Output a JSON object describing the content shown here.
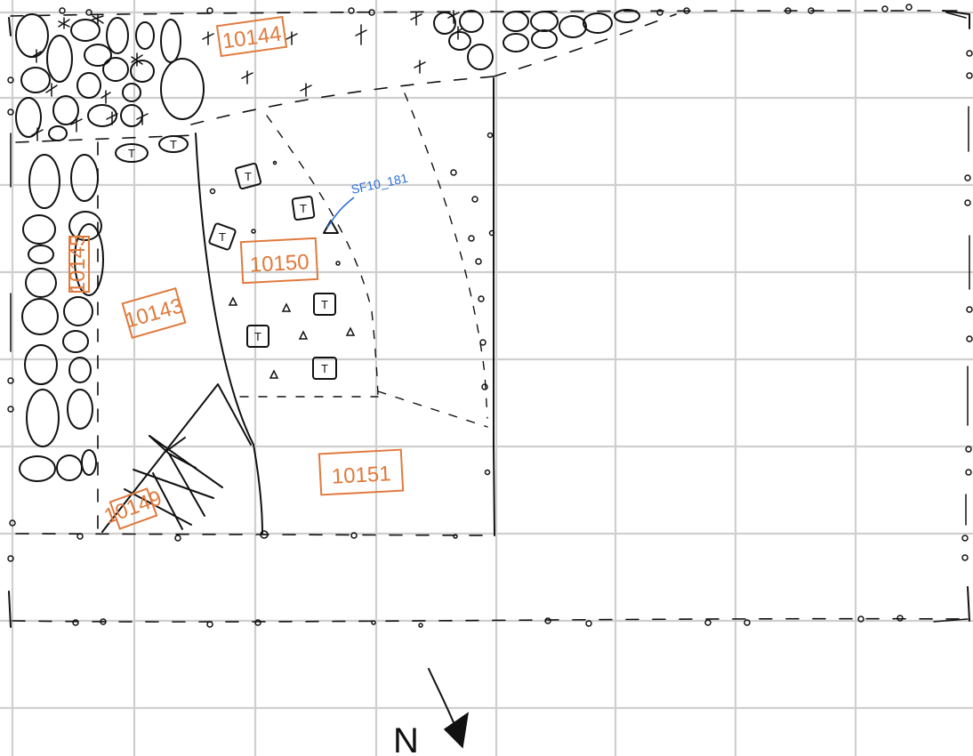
{
  "labels": {
    "context_10144": "10144",
    "context_10145": "10145",
    "context_10143": "10143",
    "context_10150": "10150",
    "context_10151": "10151",
    "context_10149": "10149",
    "small_find": "SF10_181",
    "north": "N"
  },
  "tile_symbol": "T",
  "colors": {
    "context_label": "#e07a3c",
    "small_find_label": "#2b6fd6",
    "ink": "#111111",
    "grid": "#cfcfcf"
  }
}
